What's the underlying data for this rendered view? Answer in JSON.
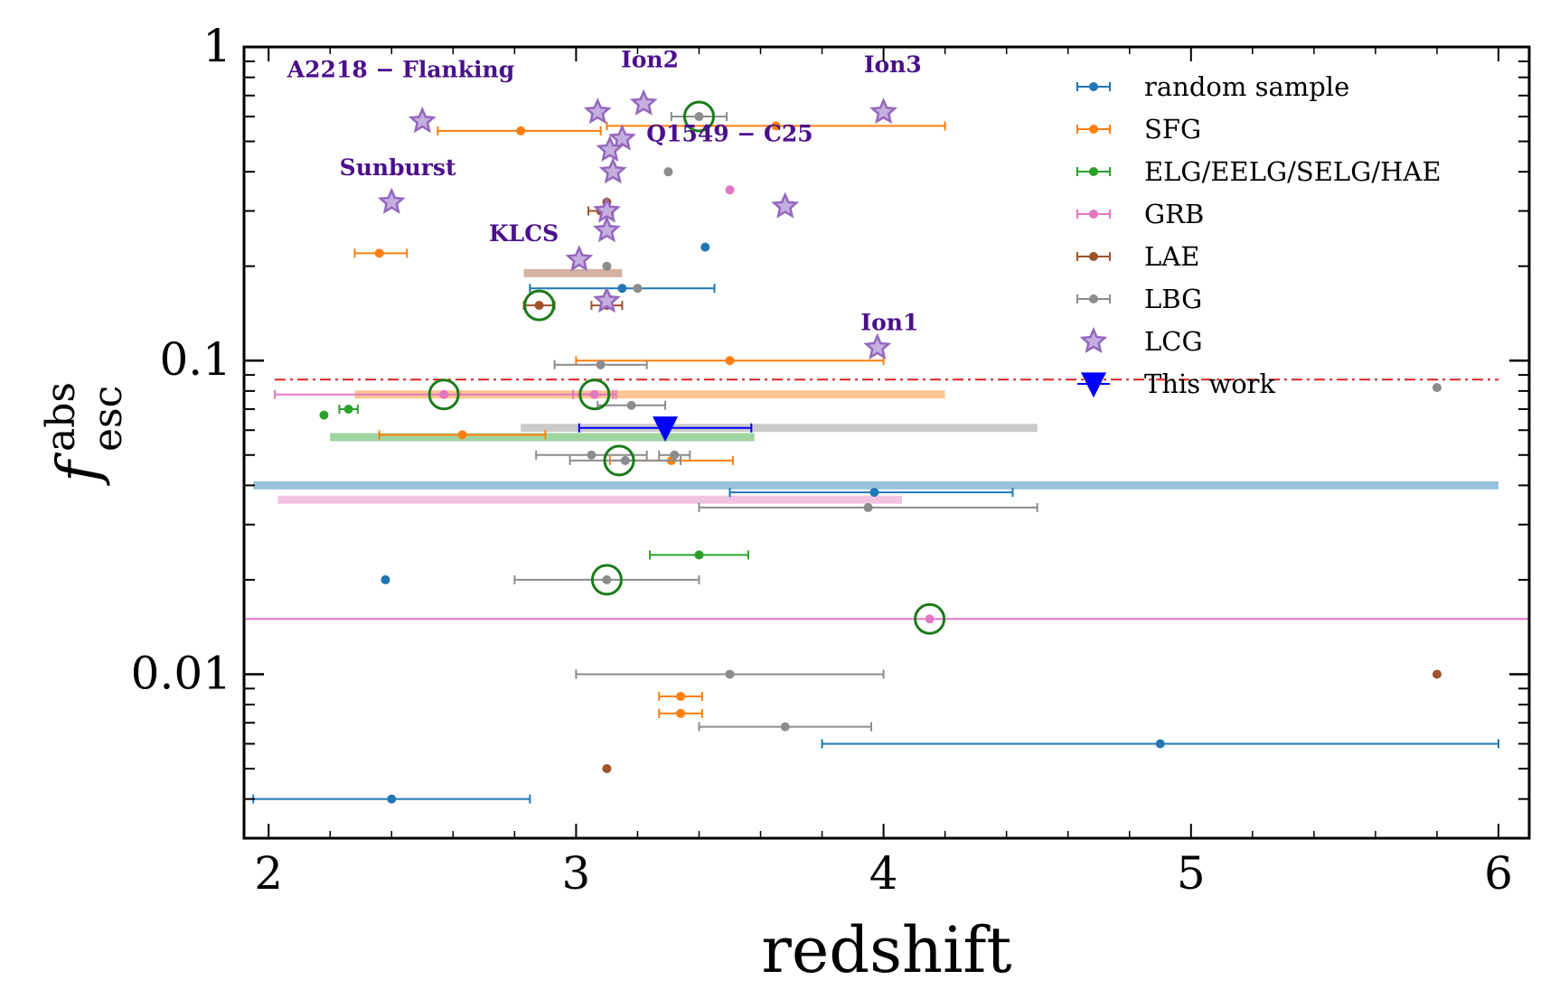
{
  "chart_data": {
    "type": "scatter",
    "xlabel": "redshift",
    "ylabel": {
      "base": "f",
      "sup": "abs",
      "sub": "esc"
    },
    "xlim": [
      1.92,
      6.1
    ],
    "ylim": [
      0.003,
      1.0
    ],
    "yscale": "log",
    "x_ticks": [
      {
        "value": 2,
        "label": "2"
      },
      {
        "value": 3,
        "label": "3"
      },
      {
        "value": 4,
        "label": "4"
      },
      {
        "value": 5,
        "label": "5"
      },
      {
        "value": 6,
        "label": "6"
      }
    ],
    "y_ticks": [
      {
        "value": 0.01,
        "label": "0.01"
      },
      {
        "value": 0.1,
        "label": "0.1"
      },
      {
        "value": 1,
        "label": "1"
      }
    ],
    "grid": false,
    "legend_position": "top-right",
    "colors": {
      "random sample": "#1f77b4",
      "SFG": "#ff7f0e",
      "ELG/EELG/SELG/HAE": "#2ca02c",
      "GRB": "#e377c2",
      "LAE": "#a0522d",
      "LBG": "#8c8c8c",
      "LCG": "#9467bd",
      "This work": "#0000ff",
      "circle": "#1a7a1a",
      "annot": "#4b0f8c",
      "refline": "#dd2222"
    },
    "series": [
      {
        "name": "random sample",
        "points": [
          {
            "x": 3.15,
            "y": 0.17,
            "xerr": [
              0.3,
              0.3
            ]
          },
          {
            "x": 3.42,
            "y": 0.23
          },
          {
            "x": 3.97,
            "y": 0.038,
            "xerr": [
              0.47,
              0.45
            ]
          },
          {
            "x": 2.38,
            "y": 0.02
          },
          {
            "x": 4.9,
            "y": 0.006,
            "xerr": [
              1.1,
              1.1
            ]
          },
          {
            "x": 2.4,
            "y": 0.004,
            "xerr": [
              0.45,
              0.45
            ]
          }
        ]
      },
      {
        "name": "SFG",
        "points": [
          {
            "x": 2.82,
            "y": 0.54,
            "xerr": [
              0.27,
              0.26
            ]
          },
          {
            "x": 3.65,
            "y": 0.56,
            "xerr": [
              0.55,
              0.55
            ]
          },
          {
            "x": 2.36,
            "y": 0.22,
            "xerr": [
              0.08,
              0.09
            ]
          },
          {
            "x": 3.5,
            "y": 0.1,
            "xerr": [
              0.5,
              0.5
            ]
          },
          {
            "x": 2.63,
            "y": 0.058,
            "xerr": [
              0.27,
              0.27
            ]
          },
          {
            "x": 3.31,
            "y": 0.048,
            "xerr": [
              0.2,
              0.2
            ]
          },
          {
            "x": 3.34,
            "y": 0.0085,
            "xerr": [
              0.07,
              0.07
            ]
          },
          {
            "x": 3.34,
            "y": 0.0075,
            "xerr": [
              0.07,
              0.07
            ]
          }
        ]
      },
      {
        "name": "ELG/EELG/SELG/HAE",
        "points": [
          {
            "x": 2.18,
            "y": 0.067
          },
          {
            "x": 2.26,
            "y": 0.07,
            "xerr": [
              0.03,
              0.03
            ]
          },
          {
            "x": 3.4,
            "y": 0.024,
            "xerr": [
              0.16,
              0.16
            ]
          }
        ]
      },
      {
        "name": "GRB",
        "points": [
          {
            "x": 3.5,
            "y": 0.35
          },
          {
            "x": 2.57,
            "y": 0.078,
            "xerr": [
              0.55,
              0.55
            ]
          },
          {
            "x": 3.06,
            "y": 0.078,
            "xerr": [
              0.07,
              0.07
            ]
          },
          {
            "x": 4.15,
            "y": 0.015
          }
        ]
      },
      {
        "name": "LAE",
        "points": [
          {
            "x": 3.1,
            "y": 0.32
          },
          {
            "x": 3.08,
            "y": 0.3,
            "xerr": [
              0.04,
              0.04
            ]
          },
          {
            "x": 2.88,
            "y": 0.15,
            "xerr": [
              0.05,
              0.05
            ]
          },
          {
            "x": 3.1,
            "y": 0.15,
            "xerr": [
              0.05,
              0.05
            ]
          },
          {
            "x": 5.8,
            "y": 0.01
          },
          {
            "x": 3.1,
            "y": 0.005
          }
        ]
      },
      {
        "name": "LBG",
        "points": [
          {
            "x": 3.4,
            "y": 0.6,
            "xerr": [
              0.09,
              0.09
            ]
          },
          {
            "x": 3.3,
            "y": 0.4
          },
          {
            "x": 3.1,
            "y": 0.2
          },
          {
            "x": 3.2,
            "y": 0.17
          },
          {
            "x": 3.08,
            "y": 0.097,
            "xerr": [
              0.15,
              0.15
            ]
          },
          {
            "x": 3.18,
            "y": 0.072,
            "xerr": [
              0.11,
              0.11
            ]
          },
          {
            "x": 3.05,
            "y": 0.05,
            "xerr": [
              0.18,
              0.18
            ]
          },
          {
            "x": 3.16,
            "y": 0.048,
            "xerr": [
              0.18,
              0.18
            ]
          },
          {
            "x": 3.32,
            "y": 0.05,
            "xerr": [
              0.05,
              0.05
            ]
          },
          {
            "x": 3.95,
            "y": 0.034,
            "xerr": [
              0.55,
              0.55
            ]
          },
          {
            "x": 3.1,
            "y": 0.02,
            "xerr": [
              0.3,
              0.3
            ]
          },
          {
            "x": 3.5,
            "y": 0.01,
            "xerr": [
              0.5,
              0.5
            ]
          },
          {
            "x": 3.68,
            "y": 0.0068,
            "xerr": [
              0.28,
              0.28
            ]
          },
          {
            "x": 5.8,
            "y": 0.082
          }
        ]
      },
      {
        "name": "LCG",
        "points": [
          {
            "x": 2.5,
            "y": 0.58
          },
          {
            "x": 3.07,
            "y": 0.62
          },
          {
            "x": 3.22,
            "y": 0.66
          },
          {
            "x": 4.0,
            "y": 0.62
          },
          {
            "x": 3.15,
            "y": 0.51
          },
          {
            "x": 3.11,
            "y": 0.47
          },
          {
            "x": 3.12,
            "y": 0.4
          },
          {
            "x": 2.4,
            "y": 0.32
          },
          {
            "x": 3.68,
            "y": 0.31
          },
          {
            "x": 3.1,
            "y": 0.3
          },
          {
            "x": 3.1,
            "y": 0.26
          },
          {
            "x": 3.01,
            "y": 0.21
          },
          {
            "x": 3.1,
            "y": 0.155
          },
          {
            "x": 3.98,
            "y": 0.11
          }
        ]
      },
      {
        "name": "This work",
        "marker": "triangle-down",
        "points": [
          {
            "x": 3.29,
            "y": 0.061,
            "xerr": [
              0.28,
              0.28
            ]
          }
        ]
      }
    ],
    "average_bands": [
      {
        "series": "random sample",
        "x": [
          1.95,
          6.0
        ],
        "y": 0.04
      },
      {
        "series": "SFG",
        "x": [
          2.28,
          4.2
        ],
        "y": 0.078
      },
      {
        "series": "ELG/EELG/SELG/HAE",
        "x": [
          2.2,
          3.58
        ],
        "y": 0.057
      },
      {
        "series": "GRB",
        "x": [
          2.03,
          4.06
        ],
        "y": 0.036
      },
      {
        "series": "LAE",
        "x": [
          2.83,
          3.15
        ],
        "y": 0.19
      },
      {
        "series": "LBG",
        "x": [
          2.82,
          4.5
        ],
        "y": 0.061
      }
    ],
    "reference_lines": [
      {
        "style": "dashdot",
        "color": "#dd2222",
        "y": 0.087,
        "x": [
          2.02,
          6.0
        ]
      },
      {
        "style": "solid",
        "color": "#e377c2",
        "y": 0.015,
        "x": [
          1.92,
          6.1
        ]
      }
    ],
    "circled_points": [
      {
        "x": 3.4,
        "y": 0.6
      },
      {
        "x": 2.88,
        "y": 0.15
      },
      {
        "x": 2.57,
        "y": 0.078
      },
      {
        "x": 3.06,
        "y": 0.078
      },
      {
        "x": 3.14,
        "y": 0.048
      },
      {
        "x": 3.1,
        "y": 0.02
      },
      {
        "x": 4.15,
        "y": 0.015
      }
    ],
    "annotations": [
      {
        "text": "A2218 − Flanking",
        "x": 2.43,
        "y": 0.8
      },
      {
        "text": "Ion2",
        "x": 3.24,
        "y": 0.86
      },
      {
        "text": "Ion3",
        "x": 4.03,
        "y": 0.83
      },
      {
        "text": "Q1549 − C25",
        "x": 3.5,
        "y": 0.5
      },
      {
        "text": "Sunburst",
        "x": 2.42,
        "y": 0.39
      },
      {
        "text": "KLCS",
        "x": 2.83,
        "y": 0.24
      },
      {
        "text": "Ion1",
        "x": 4.02,
        "y": 0.125
      }
    ],
    "legend": [
      {
        "label": "random sample",
        "color": "#1f77b4",
        "marker": "errorbar-point"
      },
      {
        "label": "SFG",
        "color": "#ff7f0e",
        "marker": "errorbar-point"
      },
      {
        "label": "ELG/EELG/SELG/HAE",
        "color": "#2ca02c",
        "marker": "errorbar-point"
      },
      {
        "label": "GRB",
        "color": "#e377c2",
        "marker": "errorbar-point"
      },
      {
        "label": "LAE",
        "color": "#a0522d",
        "marker": "errorbar-point"
      },
      {
        "label": "LBG",
        "color": "#8c8c8c",
        "marker": "errorbar-point"
      },
      {
        "label": "LCG",
        "color": "#9467bd",
        "marker": "star"
      },
      {
        "label": "This work",
        "color": "#0000ff",
        "marker": "triangle-down"
      }
    ]
  }
}
